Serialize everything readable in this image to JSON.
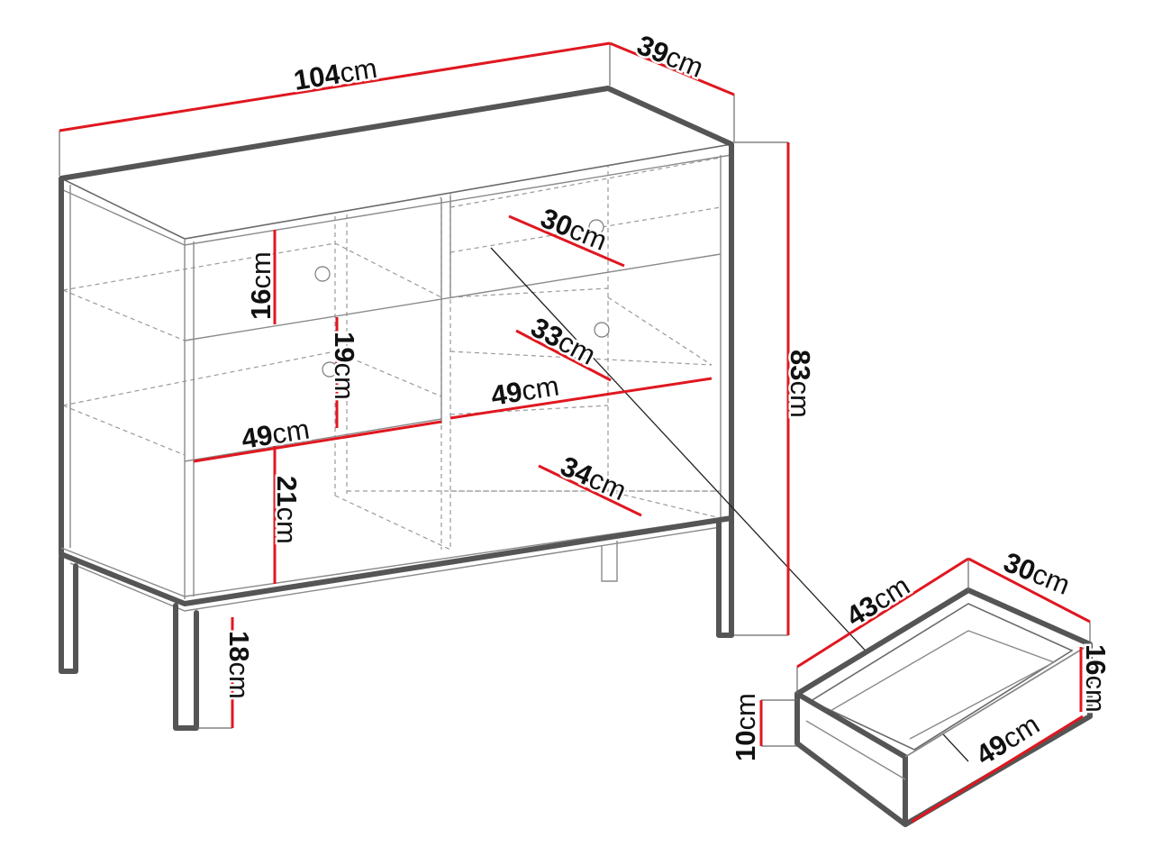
{
  "unit": "cm",
  "dimensions": {
    "width_total": "104",
    "depth_total": "39",
    "height_total": "83",
    "legs_height": "18",
    "drawer1_height": "16",
    "drawer2_height": "19",
    "drawer3_height": "21",
    "drawer1_depth": "30",
    "drawer2_depth": "33",
    "drawer3_depth": "34",
    "drawer_width_left": "49",
    "drawer_width_right": "49",
    "drawer_box_depth": "30",
    "drawer_box_length": "43",
    "drawer_box_height": "16",
    "drawer_front_height": "10",
    "drawer_box_width": "49"
  },
  "colors": {
    "dimension_line": "#e0171f",
    "outline": "#555555",
    "hidden_line": "#9a9a9a"
  }
}
